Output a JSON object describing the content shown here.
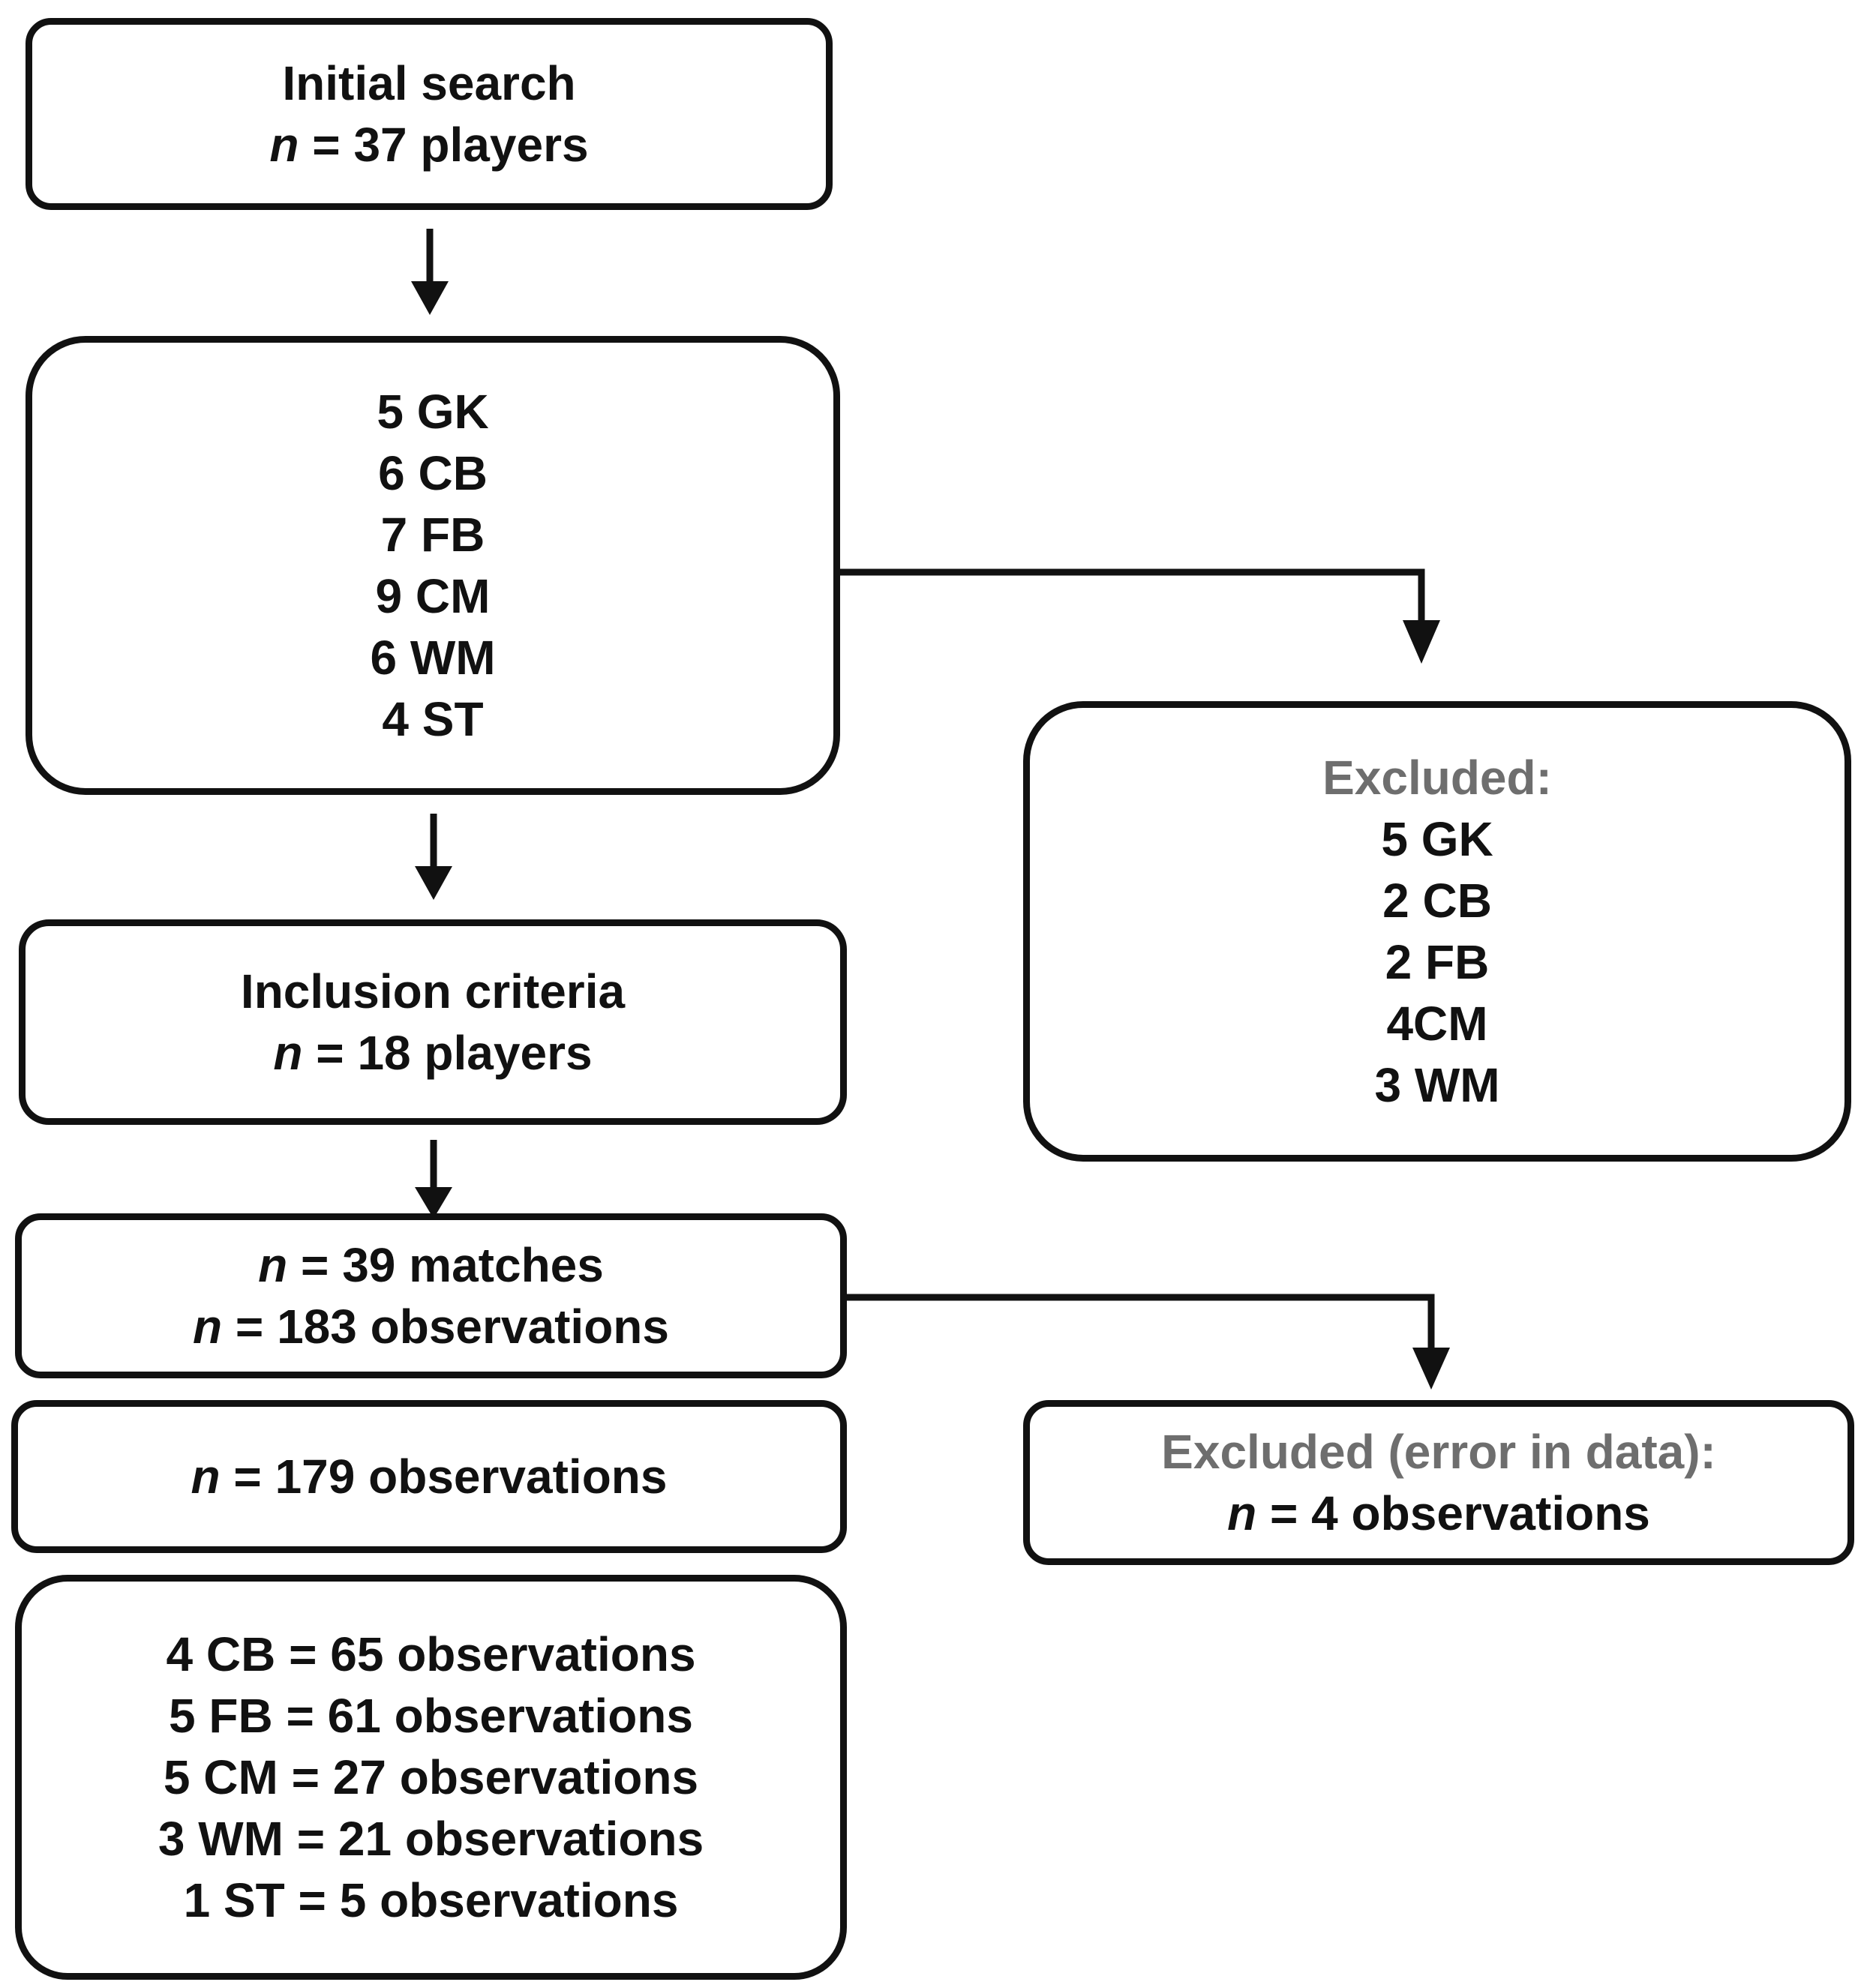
{
  "boxes": {
    "initial": {
      "title": "Initial search",
      "n_symbol": "n",
      "rest": " = 37 players"
    },
    "positions": {
      "lines": [
        "5 GK",
        "6 CB",
        "7 FB",
        "9 CM",
        "6 WM",
        "4 ST"
      ]
    },
    "excluded": {
      "title": "Excluded:",
      "lines": [
        "5 GK",
        "2 CB",
        "2 FB",
        "4CM",
        "3 WM"
      ]
    },
    "inclusion": {
      "title": "Inclusion criteria",
      "n_symbol": "n",
      "rest": " = 18 players"
    },
    "matches": {
      "n_symbol": "n",
      "line1_rest": " = 39 matches",
      "line2_rest": " = 183 observations"
    },
    "observations": {
      "n_symbol": "n",
      "rest": " = 179 observations"
    },
    "excluded_error": {
      "title": "Excluded (error in data):",
      "n_symbol": "n",
      "rest": " = 4 observations"
    },
    "breakdown": {
      "lines": [
        "4 CB = 65 observations",
        "5 FB = 61 observations",
        "5 CM = 27 observations",
        "3 WM = 21 observations",
        "1 ST = 5 observations"
      ]
    }
  },
  "colors": {
    "stroke": "#111111",
    "text": "#111111",
    "muted_text": "#6e6e6e",
    "background": "#ffffff"
  }
}
